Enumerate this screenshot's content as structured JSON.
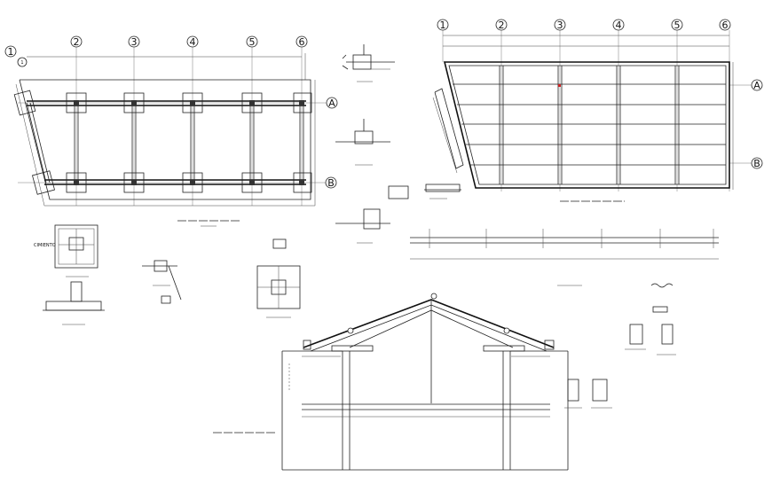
{
  "plan_left": {
    "grid_numbers": [
      "1",
      "2",
      "3",
      "4",
      "5",
      "6"
    ],
    "grid_letters": [
      "A",
      "B"
    ],
    "corner_mark": "1"
  },
  "plan_right": {
    "grid_numbers": [
      "1",
      "2",
      "3",
      "4",
      "5",
      "6"
    ],
    "grid_letters": [
      "A",
      "B"
    ]
  },
  "details": {
    "detail_label": "CIMIENTO"
  },
  "colors": {
    "line": "#222222",
    "accent_mark": "#cc2222",
    "background": "#ffffff"
  }
}
